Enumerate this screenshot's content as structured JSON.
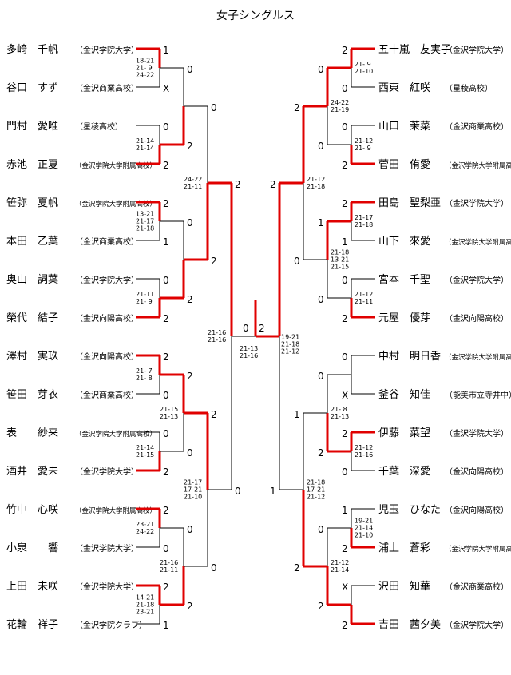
{
  "title": "女子シングルス",
  "colors": {
    "winner": "#e00000",
    "line": "#000000"
  },
  "left_players": [
    {
      "name": "多崎　千帆",
      "school": "（金沢学院大学）"
    },
    {
      "name": "谷口　すず",
      "school": "（金沢商業高校）"
    },
    {
      "name": "門村　愛唯",
      "school": "（星稜高校）"
    },
    {
      "name": "赤池　正夏",
      "school": "（金沢学院大学附属高校）"
    },
    {
      "name": "笹弥　夏帆",
      "school": "（金沢学院大学附属高校）"
    },
    {
      "name": "本田　乙葉",
      "school": "（金沢商業高校）"
    },
    {
      "name": "奥山　詞葉",
      "school": "（金沢学院大学）"
    },
    {
      "name": "榮代　結子",
      "school": "（金沢向陽高校）"
    },
    {
      "name": "澤村　実玖",
      "school": "（金沢向陽高校）"
    },
    {
      "name": "笹田　芽衣",
      "school": "（金沢商業高校）"
    },
    {
      "name": "表　　紗来",
      "school": "（金沢学院大学附属高校）"
    },
    {
      "name": "酒井　愛未",
      "school": "（金沢学院大学）"
    },
    {
      "name": "竹中　心咲",
      "school": "（金沢学院大学附属高校）"
    },
    {
      "name": "小泉　　響",
      "school": "（金沢学院大学）"
    },
    {
      "name": "上田　未咲",
      "school": "（金沢学院大学）"
    },
    {
      "name": "花輪　祥子",
      "school": "（金沢学院クラブ）"
    }
  ],
  "right_players": [
    {
      "name": "五十嵐　友実子",
      "school": "（金沢学院大学）"
    },
    {
      "name": "西東　紅咲",
      "school": "（星稜高校）"
    },
    {
      "name": "山口　茉菜",
      "school": "（金沢商業高校）"
    },
    {
      "name": "菅田　侑愛",
      "school": "（金沢学院大学附属高校）"
    },
    {
      "name": "田島　聖梨亜",
      "school": "（金沢学院大学）"
    },
    {
      "name": "山下　來愛",
      "school": "（金沢学院大学附属高校）"
    },
    {
      "name": "宮本　千聖",
      "school": "（金沢学院大学）"
    },
    {
      "name": "元屋　優芽",
      "school": "（金沢向陽高校）"
    },
    {
      "name": "中村　明日香",
      "school": "（金沢学院大学附属高校）"
    },
    {
      "name": "釜谷　知佳",
      "school": "（能美市立寺井中）"
    },
    {
      "name": "伊藤　菜望",
      "school": "（金沢学院大学）"
    },
    {
      "name": "千葉　深愛",
      "school": "（金沢向陽高校）"
    },
    {
      "name": "児玉　ひなた",
      "school": "（金沢向陽高校）"
    },
    {
      "name": "浦上　蒼彩",
      "school": "（金沢学院大学附属高校）"
    },
    {
      "name": "沢田　知華",
      "school": "（金沢商業高校）"
    },
    {
      "name": "吉田　茜夕美",
      "school": "（金沢学院大学）"
    }
  ],
  "left_r1": [
    {
      "top": "1",
      "bot": "X",
      "detail": [
        "18-21",
        "21- 9",
        "24-22"
      ],
      "winner": 0
    },
    {
      "top": "0",
      "bot": "2",
      "detail": [
        "21-14",
        "21-14"
      ],
      "winner": 1
    },
    {
      "top": "2",
      "bot": "1",
      "detail": [
        "13-21",
        "21-17",
        "21-18"
      ],
      "winner": 0
    },
    {
      "top": "0",
      "bot": "2",
      "detail": [
        "21-11",
        "21- 9"
      ],
      "winner": 1
    },
    {
      "top": "2",
      "bot": "0",
      "detail": [
        "21- 7",
        "21- 8"
      ],
      "winner": 0
    },
    {
      "top": "0",
      "bot": "2",
      "detail": [
        "21-14",
        "21-15"
      ],
      "winner": 1
    },
    {
      "top": "2",
      "bot": "0",
      "detail": [
        "23-21",
        "24-22"
      ],
      "winner": 0
    },
    {
      "top": "2",
      "bot": "1",
      "detail": [
        "14-21",
        "21-18",
        "23-21"
      ],
      "winner": 0
    }
  ],
  "left_r2": [
    {
      "top": "0",
      "bot": "2",
      "detail": [],
      "winner": 1
    },
    {
      "top": "0",
      "bot": "2",
      "detail": [],
      "winner": 1
    },
    {
      "top": "2",
      "bot": "0",
      "detail": [
        "21-15",
        "21-13"
      ],
      "winner": 0
    },
    {
      "top": "0",
      "bot": "2",
      "detail": [
        "21-16",
        "21-11"
      ],
      "winner": 1
    }
  ],
  "left_r3": [
    {
      "top": "0",
      "bot": "2",
      "detail": [
        "24-22",
        "21-11"
      ],
      "winner": 1
    },
    {
      "top": "2",
      "bot": "0",
      "detail": [
        "21-17",
        "17-21",
        "21-10"
      ],
      "winner": 0
    }
  ],
  "left_r4": {
    "top": "2",
    "bot": "0",
    "detail": [
      "21-16",
      "21-16"
    ],
    "winner": 0
  },
  "right_r1": [
    {
      "top": "2",
      "bot": "0",
      "detail": [
        "21- 9",
        "21-10"
      ],
      "winner": 0
    },
    {
      "top": "0",
      "bot": "2",
      "detail": [
        "21-12",
        "21- 9"
      ],
      "winner": 1
    },
    {
      "top": "2",
      "bot": "1",
      "detail": [
        "21-17",
        "21-18"
      ],
      "winner": 0
    },
    {
      "top": "0",
      "bot": "2",
      "detail": [
        "21-12",
        "21-11"
      ],
      "winner": 1
    },
    {
      "top": "0",
      "bot": "X",
      "detail": [],
      "winner": -1
    },
    {
      "top": "2",
      "bot": "0",
      "detail": [
        "21-12",
        "21-16"
      ],
      "winner": 0
    },
    {
      "top": "1",
      "bot": "2",
      "detail": [
        "19-21",
        "21-14",
        "21-10"
      ],
      "winner": 1
    },
    {
      "top": "X",
      "bot": "2",
      "detail": [],
      "winner": 1
    }
  ],
  "right_r2": [
    {
      "top": "0",
      "bot": "0",
      "detail": [
        "24-22",
        "21-19"
      ],
      "winner": 0
    },
    {
      "top": "1",
      "bot": "0",
      "detail": [
        "21-18",
        "13-21",
        "21-15"
      ],
      "winner": 0
    },
    {
      "top": "0",
      "bot": "2",
      "detail": [
        "21- 8",
        "21-13"
      ],
      "winner": 1
    },
    {
      "top": "0",
      "bot": "2",
      "detail": [
        "21-12",
        "21-14"
      ],
      "winner": 1
    }
  ],
  "right_r3": [
    {
      "top": "2",
      "bot": "0",
      "detail": [
        "21-12",
        "21-18"
      ],
      "winner": 0
    },
    {
      "top": "1",
      "bot": "2",
      "detail": [
        "21-18",
        "17-21",
        "21-12"
      ],
      "winner": 1
    }
  ],
  "right_r4": {
    "top": "2",
    "bot": "1",
    "detail": [],
    "winner": 0
  },
  "final": {
    "left_score": "0",
    "right_score": "2",
    "left_detail": [
      "21-13",
      "21-16"
    ],
    "right_detail": [
      "19-21",
      "21-18",
      "21-12"
    ]
  }
}
